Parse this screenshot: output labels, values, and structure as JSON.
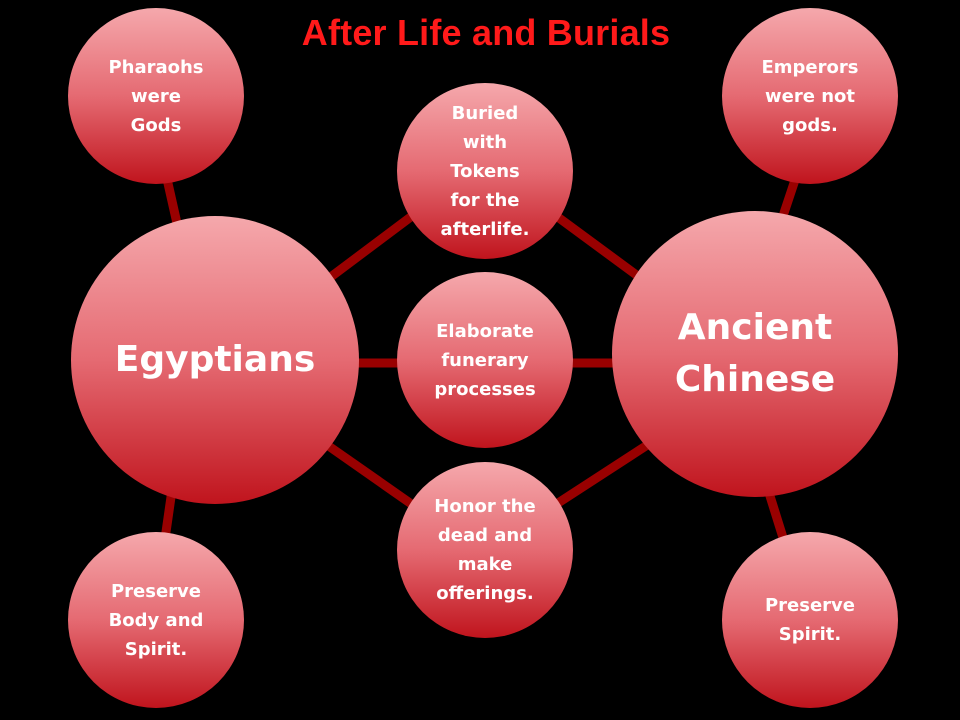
{
  "title": "After Life and Burials",
  "colors": {
    "background": "#000000",
    "title": "#ff1a1a",
    "connector": "#990000",
    "node_top": "#f5a8ac",
    "node_bottom": "#c0141d"
  },
  "nodes": {
    "egyptians": "Egyptians",
    "ancient_chinese": "Ancient\nChinese",
    "pharaohs": "Pharaohs\nwere\nGods",
    "emperors": "Emperors\nwere not\ngods.",
    "preserve_body_spirit": "Preserve\nBody and\nSpirit.",
    "preserve_spirit": "Preserve\nSpirit.",
    "buried_tokens": "Buried\nwith\nTokens\nfor the\nafterlife.",
    "elaborate": "Elaborate\nfunerary\nprocesses",
    "honor_dead": "Honor the\ndead and\nmake\nofferings."
  }
}
